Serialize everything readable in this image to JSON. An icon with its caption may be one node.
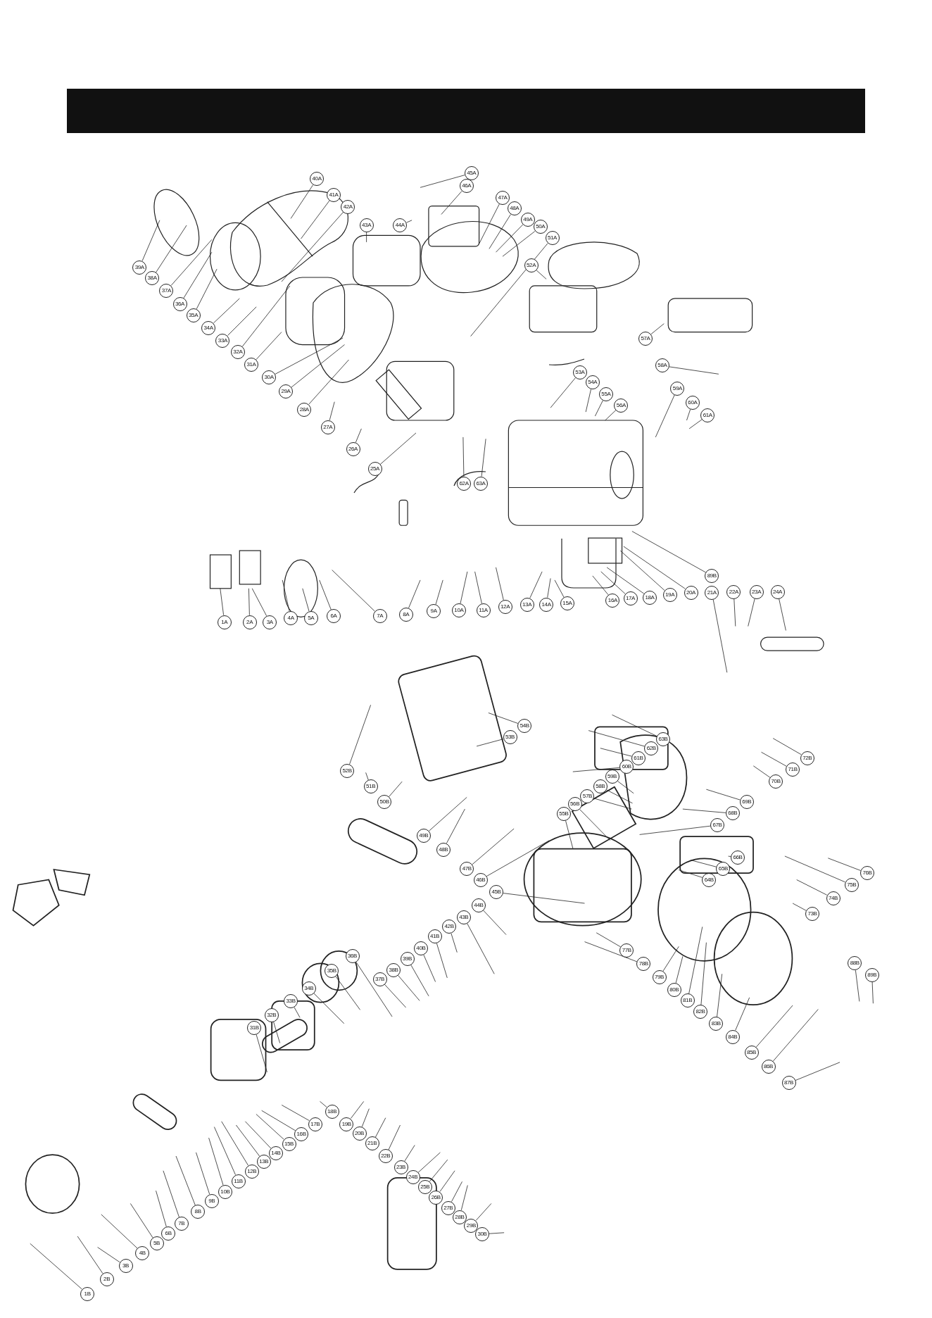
{
  "diagram": {
    "nodes": [
      {
        "text": [
          "1A"
        ]
      },
      {
        "text": [
          "2A"
        ]
      },
      {
        "text": [
          "3A"
        ]
      },
      {
        "text": [
          "4A"
        ]
      },
      {
        "text": [
          "5A"
        ]
      },
      {
        "text": [
          "6A"
        ]
      },
      {
        "text": [
          "7A"
        ]
      },
      {
        "text": [
          "8A"
        ]
      },
      {
        "text": [
          "9A"
        ]
      },
      {
        "text": [
          "10A"
        ]
      },
      {
        "text": [
          "11A"
        ]
      },
      {
        "text": [
          "12A"
        ]
      },
      {
        "text": [
          "13A"
        ]
      },
      {
        "text": [
          "14A"
        ]
      },
      {
        "text": [
          "15A"
        ]
      },
      {
        "text": [
          "16A"
        ]
      },
      {
        "text": [
          "17A"
        ]
      },
      {
        "text": [
          "18A"
        ]
      },
      {
        "text": [
          "19A"
        ]
      },
      {
        "text": [
          "20A"
        ]
      },
      {
        "text": [
          "21A"
        ]
      },
      {
        "text": [
          "22A"
        ]
      },
      {
        "text": [
          "23A"
        ]
      },
      {
        "text": [
          "24A"
        ]
      },
      {
        "text": [
          "25A"
        ]
      },
      {
        "text": [
          "26A"
        ]
      },
      {
        "text": [
          "27A"
        ]
      },
      {
        "text": [
          "28A"
        ]
      },
      {
        "text": [
          "29A"
        ]
      },
      {
        "text": [
          "30A"
        ]
      },
      {
        "text": [
          "31A"
        ]
      },
      {
        "text": [
          "32A"
        ]
      },
      {
        "text": [
          "33A"
        ]
      },
      {
        "text": [
          "34A"
        ]
      },
      {
        "text": [
          "35A"
        ]
      },
      {
        "text": [
          "36A"
        ]
      },
      {
        "text": [
          "37A"
        ]
      },
      {
        "text": [
          "38A"
        ]
      },
      {
        "text": [
          "39A"
        ]
      },
      {
        "text": [
          "40A"
        ]
      },
      {
        "text": [
          "41A"
        ]
      },
      {
        "text": [
          "42A"
        ]
      },
      {
        "text": [
          "43A"
        ]
      },
      {
        "text": [
          "44A"
        ]
      },
      {
        "text": [
          "45A"
        ]
      },
      {
        "text": [
          "46A"
        ]
      },
      {
        "text": [
          "47A"
        ]
      },
      {
        "text": [
          "48A"
        ]
      },
      {
        "text": [
          "49A"
        ]
      },
      {
        "text": [
          "50A"
        ]
      },
      {
        "text": [
          "51A"
        ]
      },
      {
        "text": [
          "52A"
        ]
      },
      {
        "text": [
          "53A"
        ]
      },
      {
        "text": [
          "54A"
        ]
      },
      {
        "text": [
          "55A"
        ]
      },
      {
        "text": [
          "56A"
        ]
      },
      {
        "text": [
          "57A"
        ]
      },
      {
        "text": [
          "58A"
        ]
      },
      {
        "text": [
          "59A"
        ]
      },
      {
        "text": [
          "60A"
        ]
      },
      {
        "text": [
          "61A"
        ]
      },
      {
        "text": [
          "62A"
        ]
      },
      {
        "text": [
          "63A"
        ]
      },
      {
        "text": [
          "89B"
        ]
      },
      {
        "text": [
          "1B"
        ]
      },
      {
        "text": [
          "2B"
        ]
      },
      {
        "text": [
          "3B"
        ]
      },
      {
        "text": [
          "4B"
        ]
      },
      {
        "text": [
          "5B"
        ]
      },
      {
        "text": [
          "6B"
        ]
      },
      {
        "text": [
          "7B"
        ]
      },
      {
        "text": [
          "8B"
        ]
      },
      {
        "text": [
          "9B"
        ]
      },
      {
        "text": [
          "10B"
        ]
      },
      {
        "text": [
          "11B"
        ]
      },
      {
        "text": [
          "12B"
        ]
      },
      {
        "text": [
          "13B"
        ]
      },
      {
        "text": [
          "14B"
        ]
      },
      {
        "text": [
          "15B"
        ]
      },
      {
        "text": [
          "16B"
        ]
      },
      {
        "text": [
          "17B"
        ]
      },
      {
        "text": [
          "18B"
        ]
      },
      {
        "text": [
          "19B"
        ]
      },
      {
        "text": [
          "20B"
        ]
      },
      {
        "text": [
          "21B"
        ]
      },
      {
        "text": [
          "22B"
        ]
      },
      {
        "text": [
          "23B"
        ]
      },
      {
        "text": [
          "24B"
        ]
      },
      {
        "text": [
          "25B"
        ]
      },
      {
        "text": [
          "26B"
        ]
      },
      {
        "text": [
          "27B"
        ]
      },
      {
        "text": [
          "28B"
        ]
      },
      {
        "text": [
          "29B"
        ]
      },
      {
        "text": [
          "30B"
        ]
      },
      {
        "text": [
          "31B"
        ]
      },
      {
        "text": [
          "32B"
        ]
      },
      {
        "text": [
          "33B"
        ]
      },
      {
        "text": [
          "34B"
        ]
      },
      {
        "text": [
          "35B"
        ]
      },
      {
        "text": [
          "36B"
        ]
      },
      {
        "text": [
          "37B"
        ]
      },
      {
        "text": [
          "38B"
        ]
      },
      {
        "text": [
          "39B"
        ]
      },
      {
        "text": [
          "40B"
        ]
      },
      {
        "text": [
          "41B"
        ]
      },
      {
        "text": [
          "42B"
        ]
      },
      {
        "text": [
          "43B"
        ]
      },
      {
        "text": [
          "44B"
        ]
      },
      {
        "text": [
          "45B"
        ]
      },
      {
        "text": [
          "46B"
        ]
      },
      {
        "text": [
          "47B"
        ]
      },
      {
        "text": [
          "48B"
        ]
      },
      {
        "text": [
          "49B"
        ]
      },
      {
        "text": [
          "50B"
        ]
      },
      {
        "text": [
          "51B"
        ]
      },
      {
        "text": [
          "52B"
        ]
      },
      {
        "text": [
          "53B"
        ]
      },
      {
        "text": [
          "54B"
        ]
      },
      {
        "text": [
          "55B"
        ]
      },
      {
        "text": [
          "56B"
        ]
      },
      {
        "text": [
          "57B"
        ]
      },
      {
        "text": [
          "58B"
        ]
      },
      {
        "text": [
          "59B"
        ]
      },
      {
        "text": [
          "60B"
        ]
      },
      {
        "text": [
          "61B"
        ]
      },
      {
        "text": [
          "62B"
        ]
      },
      {
        "text": [
          "63B"
        ]
      },
      {
        "text": [
          "64B"
        ]
      },
      {
        "text": [
          "65B"
        ]
      },
      {
        "text": [
          "66B"
        ]
      },
      {
        "text": [
          "67B"
        ]
      },
      {
        "text": [
          "68B"
        ]
      },
      {
        "text": [
          "69B"
        ]
      },
      {
        "text": [
          "70B"
        ]
      },
      {
        "text": [
          "71B"
        ]
      },
      {
        "text": [
          "72B"
        ]
      },
      {
        "text": [
          "73B"
        ]
      },
      {
        "text": [
          "74B"
        ]
      },
      {
        "text": [
          "75B"
        ]
      },
      {
        "text": [
          "76B"
        ]
      },
      {
        "text": [
          "77B"
        ]
      },
      {
        "text": [
          "78B"
        ]
      },
      {
        "text": [
          "79B"
        ]
      },
      {
        "text": [
          "80B"
        ]
      },
      {
        "text": [
          "81B"
        ]
      },
      {
        "text": [
          "82B"
        ]
      },
      {
        "text": [
          "83B"
        ]
      },
      {
        "text": [
          "84B"
        ]
      },
      {
        "text": [
          "85B"
        ]
      },
      {
        "text": [
          "86B"
        ]
      },
      {
        "text": [
          "87B"
        ]
      },
      {
        "text": [
          "88B"
        ]
      },
      {
        "text": [
          "89B"
        ]
      }
    ],
    "edges": [
      {
        "from": 0,
        "to": null,
        "arrow": "none"
      },
      {
        "from": 1,
        "to": null,
        "arrow": "none"
      },
      {
        "from": 2,
        "to": null,
        "arrow": "none"
      },
      {
        "from": 3,
        "to": null,
        "arrow": "none"
      },
      {
        "from": 4,
        "to": null,
        "arrow": "none"
      },
      {
        "from": 5,
        "to": null,
        "arrow": "none"
      },
      {
        "from": 6,
        "to": null,
        "arrow": "none"
      },
      {
        "from": 7,
        "to": null,
        "arrow": "none"
      },
      {
        "from": 8,
        "to": null,
        "arrow": "none"
      },
      {
        "from": 9,
        "to": null,
        "arrow": "none"
      },
      {
        "from": 10,
        "to": null,
        "arrow": "none"
      },
      {
        "from": 11,
        "to": null,
        "arrow": "none"
      },
      {
        "from": 12,
        "to": null,
        "arrow": "none"
      },
      {
        "from": 13,
        "to": null,
        "arrow": "none"
      },
      {
        "from": 14,
        "to": null,
        "arrow": "none"
      },
      {
        "from": 15,
        "to": null,
        "arrow": "none"
      },
      {
        "from": 16,
        "to": null,
        "arrow": "none"
      },
      {
        "from": 17,
        "to": null,
        "arrow": "none"
      },
      {
        "from": 18,
        "to": null,
        "arrow": "none"
      },
      {
        "from": 19,
        "to": null,
        "arrow": "none"
      },
      {
        "from": 20,
        "to": null,
        "arrow": "none"
      },
      {
        "from": 21,
        "to": null,
        "arrow": "none"
      },
      {
        "from": 22,
        "to": null,
        "arrow": "none"
      },
      {
        "from": 23,
        "to": null,
        "arrow": "none"
      },
      {
        "from": 24,
        "to": null,
        "arrow": "none"
      },
      {
        "from": 25,
        "to": null,
        "arrow": "none"
      },
      {
        "from": 26,
        "to": null,
        "arrow": "none"
      },
      {
        "from": 27,
        "to": null,
        "arrow": "none"
      },
      {
        "from": 28,
        "to": null,
        "arrow": "none"
      },
      {
        "from": 29,
        "to": null,
        "arrow": "none"
      },
      {
        "from": 30,
        "to": null,
        "arrow": "none"
      },
      {
        "from": 31,
        "to": null,
        "arrow": "none"
      },
      {
        "from": 32,
        "to": null,
        "arrow": "none"
      },
      {
        "from": 33,
        "to": null,
        "arrow": "none"
      },
      {
        "from": 34,
        "to": null,
        "arrow": "none"
      },
      {
        "from": 35,
        "to": null,
        "arrow": "none"
      },
      {
        "from": 36,
        "to": null,
        "arrow": "none"
      },
      {
        "from": 37,
        "to": null,
        "arrow": "none"
      },
      {
        "from": 38,
        "to": null,
        "arrow": "none"
      },
      {
        "from": 39,
        "to": null,
        "arrow": "none"
      },
      {
        "from": 40,
        "to": null,
        "arrow": "none"
      },
      {
        "from": 41,
        "to": null,
        "arrow": "none"
      },
      {
        "from": 42,
        "to": null,
        "arrow": "none"
      },
      {
        "from": 43,
        "to": null,
        "arrow": "none"
      },
      {
        "from": 44,
        "to": null,
        "arrow": "none"
      },
      {
        "from": 45,
        "to": null,
        "arrow": "none"
      },
      {
        "from": 46,
        "to": null,
        "arrow": "none"
      },
      {
        "from": 47,
        "to": null,
        "arrow": "none"
      },
      {
        "from": 48,
        "to": null,
        "arrow": "none"
      },
      {
        "from": 49,
        "to": null,
        "arrow": "none"
      },
      {
        "from": 50,
        "to": null,
        "arrow": "none"
      },
      {
        "from": 51,
        "to": null,
        "arrow": "none"
      },
      {
        "from": 52,
        "to": null,
        "arrow": "none"
      },
      {
        "from": 53,
        "to": null,
        "arrow": "none"
      },
      {
        "from": 54,
        "to": null,
        "arrow": "none"
      },
      {
        "from": 55,
        "to": null,
        "arrow": "none"
      },
      {
        "from": 56,
        "to": null,
        "arrow": "none"
      },
      {
        "from": 57,
        "to": null,
        "arrow": "none"
      },
      {
        "from": 58,
        "to": null,
        "arrow": "none"
      },
      {
        "from": 59,
        "to": null,
        "arrow": "none"
      },
      {
        "from": 60,
        "to": null,
        "arrow": "none"
      },
      {
        "from": 61,
        "to": null,
        "arrow": "none"
      },
      {
        "from": 62,
        "to": null,
        "arrow": "none"
      },
      {
        "from": 63,
        "to": null,
        "arrow": "none"
      },
      {
        "from": 64,
        "to": null,
        "arrow": "none"
      },
      {
        "from": 65,
        "to": null,
        "arrow": "none"
      },
      {
        "from": 66,
        "to": null,
        "arrow": "none"
      },
      {
        "from": 67,
        "to": null,
        "arrow": "none"
      },
      {
        "from": 68,
        "to": null,
        "arrow": "none"
      },
      {
        "from": 69,
        "to": null,
        "arrow": "none"
      },
      {
        "from": 70,
        "to": null,
        "arrow": "none"
      },
      {
        "from": 71,
        "to": null,
        "arrow": "none"
      },
      {
        "from": 72,
        "to": null,
        "arrow": "none"
      },
      {
        "from": 73,
        "to": null,
        "arrow": "none"
      },
      {
        "from": 74,
        "to": null,
        "arrow": "none"
      },
      {
        "from": 75,
        "to": null,
        "arrow": "none"
      },
      {
        "from": 76,
        "to": null,
        "arrow": "none"
      },
      {
        "from": 77,
        "to": null,
        "arrow": "none"
      },
      {
        "from": 78,
        "to": null,
        "arrow": "none"
      },
      {
        "from": 79,
        "to": null,
        "arrow": "none"
      },
      {
        "from": 80,
        "to": null,
        "arrow": "none"
      },
      {
        "from": 81,
        "to": null,
        "arrow": "none"
      },
      {
        "from": 82,
        "to": null,
        "arrow": "none"
      },
      {
        "from": 83,
        "to": null,
        "arrow": "none"
      },
      {
        "from": 84,
        "to": null,
        "arrow": "none"
      },
      {
        "from": 85,
        "to": null,
        "arrow": "none"
      },
      {
        "from": 86,
        "to": null,
        "arrow": "none"
      },
      {
        "from": 87,
        "to": null,
        "arrow": "none"
      },
      {
        "from": 88,
        "to": null,
        "arrow": "none"
      },
      {
        "from": 89,
        "to": null,
        "arrow": "none"
      },
      {
        "from": 90,
        "to": null,
        "arrow": "none"
      },
      {
        "from": 91,
        "to": null,
        "arrow": "none"
      },
      {
        "from": 92,
        "to": null,
        "arrow": "none"
      },
      {
        "from": 93,
        "to": null,
        "arrow": "none"
      },
      {
        "from": 94,
        "to": null,
        "arrow": "none"
      },
      {
        "from": 95,
        "to": null,
        "arrow": "none"
      },
      {
        "from": 96,
        "to": null,
        "arrow": "none"
      },
      {
        "from": 97,
        "to": null,
        "arrow": "none"
      },
      {
        "from": 98,
        "to": null,
        "arrow": "none"
      },
      {
        "from": 99,
        "to": null,
        "arrow": "none"
      },
      {
        "from": 100,
        "to": null,
        "arrow": "none"
      },
      {
        "from": 101,
        "to": null,
        "arrow": "none"
      },
      {
        "from": 102,
        "to": null,
        "arrow": "none"
      },
      {
        "from": 103,
        "to": null,
        "arrow": "none"
      },
      {
        "from": 104,
        "to": null,
        "arrow": "none"
      },
      {
        "from": 105,
        "to": null,
        "arrow": "none"
      },
      {
        "from": 106,
        "to": null,
        "arrow": "none"
      },
      {
        "from": 107,
        "to": null,
        "arrow": "none"
      },
      {
        "from": 108,
        "to": null,
        "arrow": "none"
      },
      {
        "from": 109,
        "to": null,
        "arrow": "none"
      },
      {
        "from": 110,
        "to": null,
        "arrow": "none"
      },
      {
        "from": 111,
        "to": null,
        "arrow": "none"
      },
      {
        "from": 112,
        "to": null,
        "arrow": "none"
      },
      {
        "from": 113,
        "to": null,
        "arrow": "none"
      },
      {
        "from": 114,
        "to": null,
        "arrow": "none"
      },
      {
        "from": 115,
        "to": null,
        "arrow": "none"
      },
      {
        "from": 116,
        "to": null,
        "arrow": "none"
      },
      {
        "from": 117,
        "to": null,
        "arrow": "none"
      },
      {
        "from": 118,
        "to": null,
        "arrow": "none"
      },
      {
        "from": 119,
        "to": null,
        "arrow": "none"
      },
      {
        "from": 120,
        "to": null,
        "arrow": "none"
      },
      {
        "from": 121,
        "to": null,
        "arrow": "none"
      },
      {
        "from": 122,
        "to": null,
        "arrow": "none"
      },
      {
        "from": 123,
        "to": null,
        "arrow": "none"
      },
      {
        "from": 124,
        "to": null,
        "arrow": "none"
      },
      {
        "from": 125,
        "to": null,
        "arrow": "none"
      },
      {
        "from": 126,
        "to": null,
        "arrow": "none"
      },
      {
        "from": 127,
        "to": null,
        "arrow": "none"
      },
      {
        "from": 128,
        "to": null,
        "arrow": "none"
      },
      {
        "from": 129,
        "to": null,
        "arrow": "none"
      },
      {
        "from": 130,
        "to": null,
        "arrow": "none"
      },
      {
        "from": 131,
        "to": null,
        "arrow": "none"
      },
      {
        "from": 132,
        "to": null,
        "arrow": "none"
      },
      {
        "from": 133,
        "to": null,
        "arrow": "none"
      },
      {
        "from": 134,
        "to": null,
        "arrow": "none"
      },
      {
        "from": 135,
        "to": null,
        "arrow": "none"
      },
      {
        "from": 136,
        "to": null,
        "arrow": "none"
      },
      {
        "from": 137,
        "to": null,
        "arrow": "none"
      },
      {
        "from": 138,
        "to": null,
        "arrow": "none"
      },
      {
        "from": 139,
        "to": null,
        "arrow": "none"
      },
      {
        "from": 140,
        "to": null,
        "arrow": "none"
      },
      {
        "from": 141,
        "to": null,
        "arrow": "none"
      },
      {
        "from": 142,
        "to": null,
        "arrow": "none"
      },
      {
        "from": 143,
        "to": null,
        "arrow": "none"
      },
      {
        "from": 144,
        "to": null,
        "arrow": "none"
      },
      {
        "from": 145,
        "to": null,
        "arrow": "none"
      },
      {
        "from": 146,
        "to": null,
        "arrow": "none"
      },
      {
        "from": 147,
        "to": null,
        "arrow": "none"
      },
      {
        "from": 148,
        "to": null,
        "arrow": "none"
      },
      {
        "from": 149,
        "to": null,
        "arrow": "none"
      },
      {
        "from": 150,
        "to": null,
        "arrow": "none"
      },
      {
        "from": 151,
        "to": null,
        "arrow": "none"
      },
      {
        "from": 152,
        "to": null,
        "arrow": "none"
      }
    ]
  }
}
